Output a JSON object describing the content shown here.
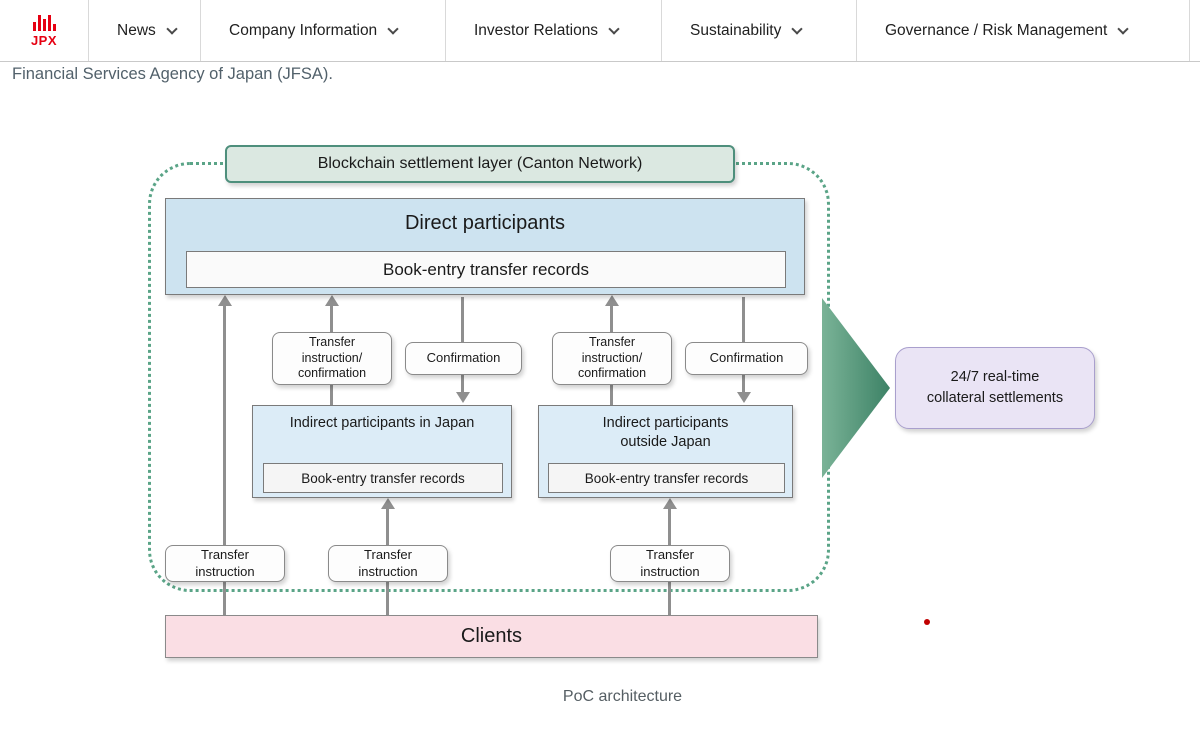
{
  "nav": {
    "logo": "JPX",
    "items": [
      "News",
      "Company Information",
      "Investor Relations",
      "Sustainability",
      "Governance / Risk Management"
    ]
  },
  "intro": "Financial Services Agency of Japan (JFSA).",
  "diagram": {
    "settlement_layer": "Blockchain settlement layer (Canton Network)",
    "direct": {
      "title": "Direct participants",
      "records": "Book-entry transfer records"
    },
    "labels": {
      "transfer_instruction_confirmation_left": "Transfer\ninstruction/\nconfirmation",
      "confirmation_left": "Confirmation",
      "transfer_instruction_confirmation_right": "Transfer\ninstruction/\nconfirmation",
      "confirmation_right": "Confirmation",
      "transfer_instruction_1": "Transfer\ninstruction",
      "transfer_instruction_2": "Transfer\ninstruction",
      "transfer_instruction_3": "Transfer\ninstruction"
    },
    "indirect_japan": {
      "title": "Indirect participants in Japan",
      "records": "Book-entry transfer records"
    },
    "indirect_outside": {
      "title": "Indirect participants\noutside Japan",
      "records": "Book-entry transfer records"
    },
    "clients": "Clients",
    "outcome": "24/7 real-time\ncollateral settlements",
    "caption": "PoC architecture",
    "colors": {
      "layer_border": "#4e8f7c",
      "dotted_boundary": "#5aa487",
      "direct_bg": "#cde3f0",
      "indirect_bg": "#dcecf7",
      "clients_bg": "#fadee4",
      "outcome_bg": "#eae4f5",
      "arrow_green": "#3d8266",
      "flow_gray": "#8f8f8f",
      "logo_red": "#e60012"
    }
  }
}
